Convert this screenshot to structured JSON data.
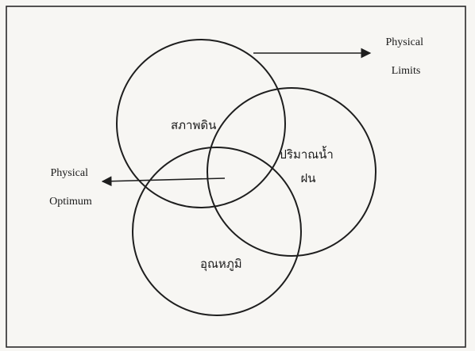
{
  "diagram": {
    "circles": [
      {
        "name": "soil",
        "label_lines": [
          "สภาพดิน"
        ]
      },
      {
        "name": "rainfall",
        "label_lines": [
          "ปริมาณน้ำ",
          "ฝน"
        ]
      },
      {
        "name": "temperature",
        "label_lines": [
          "อุณหภูมิ"
        ]
      }
    ],
    "arrows": [
      {
        "name": "physical-limits",
        "label_lines": [
          "Physical",
          "Limits"
        ]
      },
      {
        "name": "physical-optimum",
        "label_lines": [
          "Physical",
          "Optimum"
        ]
      }
    ],
    "colors": {
      "line": "#1e1e1e",
      "background": "#f7f6f3",
      "frame": "#2a2a2a"
    }
  }
}
